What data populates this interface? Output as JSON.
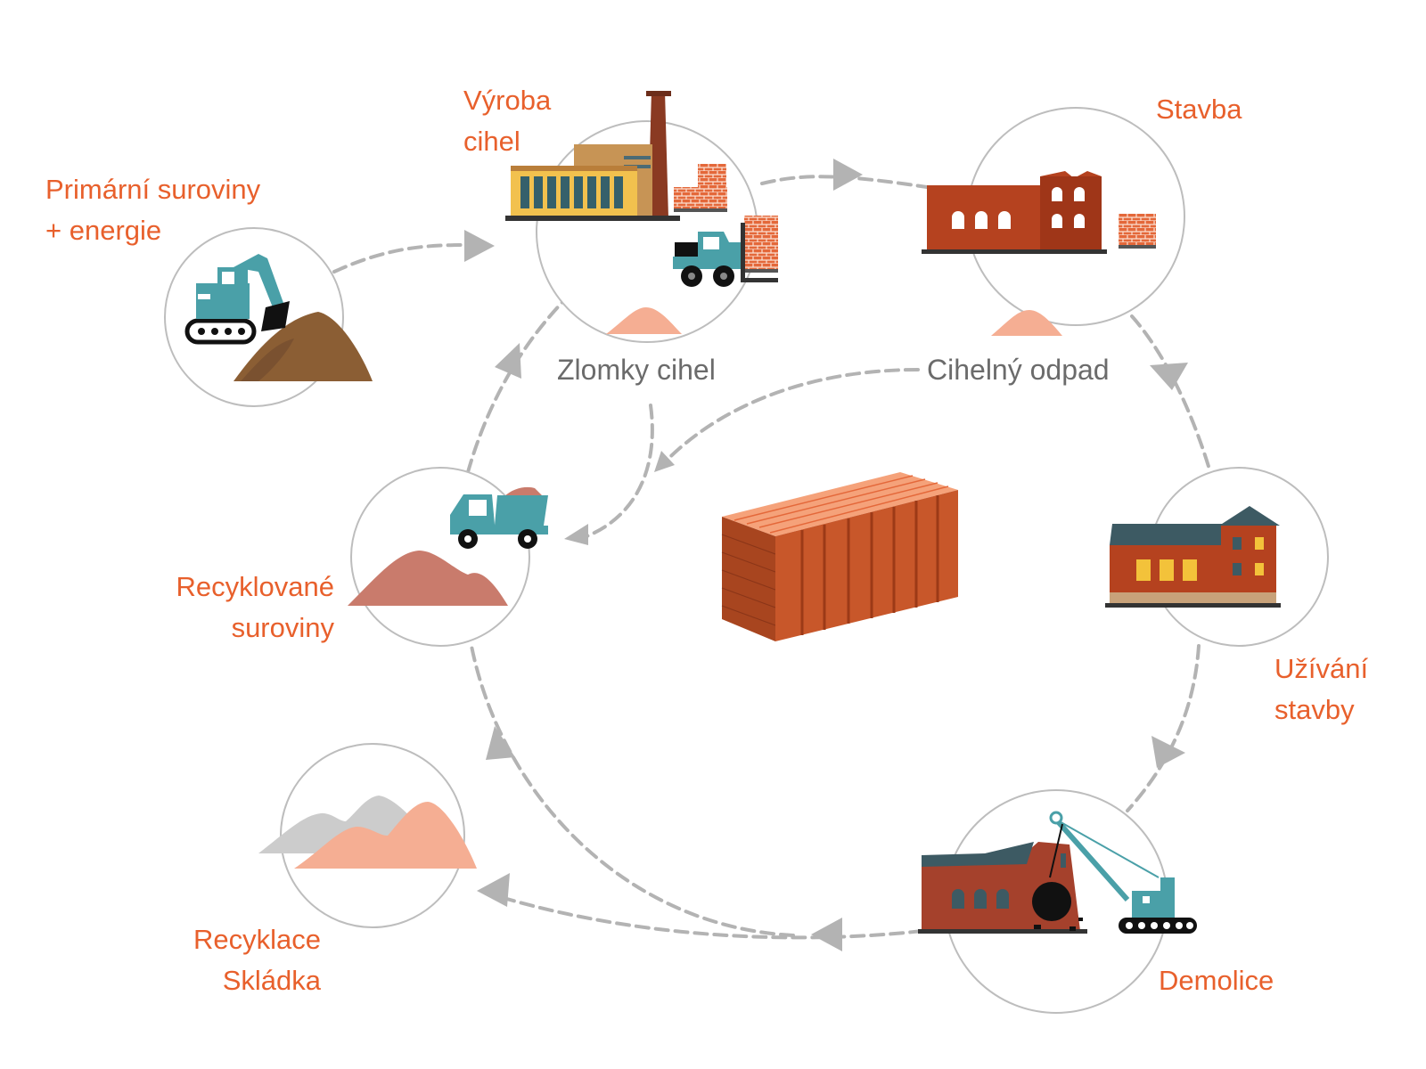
{
  "stages": {
    "primary": {
      "line1": "Primární suroviny",
      "line2": "+ energie"
    },
    "production": {
      "line1": "Výroba",
      "line2": "cihel"
    },
    "construction": {
      "line1": "Stavba"
    },
    "usage": {
      "line1": "Užívání",
      "line2": "stavby"
    },
    "demolition": {
      "line1": "Demolice"
    },
    "landfill": {
      "line1": "Recyklace",
      "line2": "Skládka"
    },
    "recycled": {
      "line1": "Recyklované",
      "line2": "suroviny"
    }
  },
  "waste": {
    "brick_fragments": "Zlomky cihel",
    "brick_waste": "Cihelný odpad"
  },
  "icons": {
    "primary": "excavator-icon",
    "production": "brick-factory-icon",
    "construction": "building-under-construction-icon",
    "usage": "finished-building-icon",
    "demolition": "wrecking-ball-crane-icon",
    "landfill": "material-heaps-icon",
    "recycled": "dump-truck-icon",
    "center": "hollow-clay-block-icon"
  },
  "colors": {
    "label": "#e8602c",
    "sublabel": "#6b6b6b",
    "circle": "#bdbdbd",
    "arrow": "#b3b3b3",
    "teal": "#4aa0a8",
    "brick": "#b5421f",
    "soil": "#8b5e34",
    "pink_heap": "#f5ae93"
  }
}
